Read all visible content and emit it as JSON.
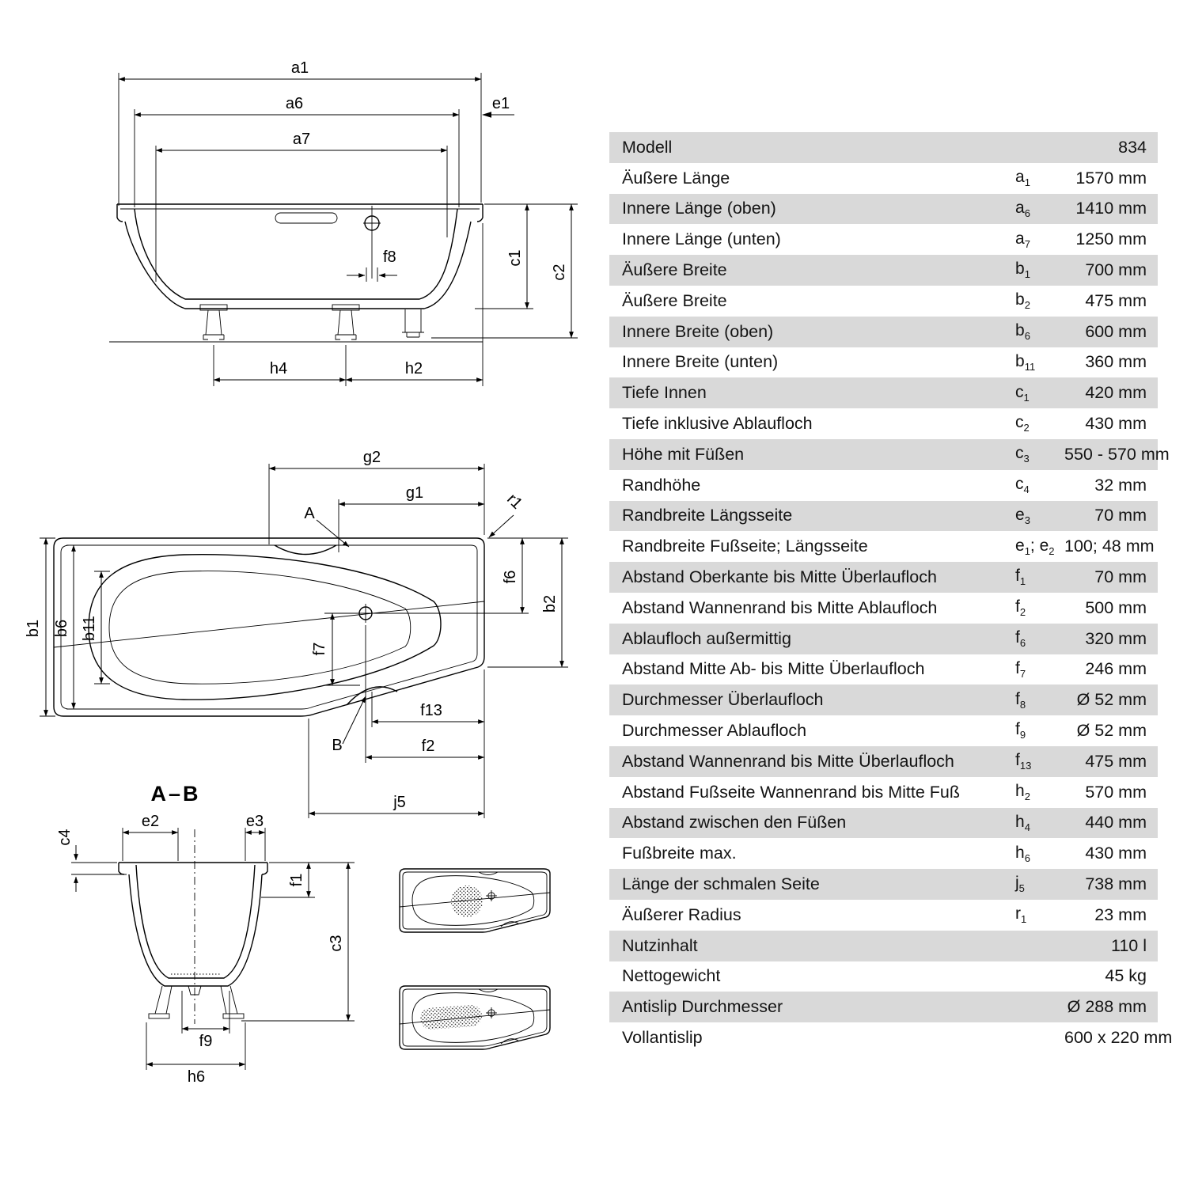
{
  "table": {
    "rows": [
      {
        "label": "Modell",
        "sym": "",
        "value": "834"
      },
      {
        "label": "Äußere Länge",
        "sym": "a_1",
        "value": "1570 mm"
      },
      {
        "label": "Innere Länge (oben)",
        "sym": "a_6",
        "value": "1410 mm"
      },
      {
        "label": "Innere Länge (unten)",
        "sym": "a_7",
        "value": "1250 mm"
      },
      {
        "label": "Äußere Breite",
        "sym": "b_1",
        "value": "700 mm"
      },
      {
        "label": "Äußere Breite",
        "sym": "b_2",
        "value": "475 mm"
      },
      {
        "label": "Innere Breite (oben)",
        "sym": "b_6",
        "value": "600 mm"
      },
      {
        "label": "Innere Breite (unten)",
        "sym": "b_11",
        "value": "360 mm"
      },
      {
        "label": "Tiefe Innen",
        "sym": "c_1",
        "value": "420 mm"
      },
      {
        "label": "Tiefe inklusive Ablaufloch",
        "sym": "c_2",
        "value": "430 mm"
      },
      {
        "label": "Höhe mit Füßen",
        "sym": "c_3",
        "value": "550 - 570 mm"
      },
      {
        "label": "Randhöhe",
        "sym": "c_4",
        "value": "32 mm"
      },
      {
        "label": "Randbreite Längsseite",
        "sym": "e_3",
        "value": "70 mm"
      },
      {
        "label": "Randbreite Fußseite; Längsseite",
        "sym": "e_1; e_2",
        "value": "100; 48 mm"
      },
      {
        "label": "Abstand Oberkante bis Mitte Überlaufloch",
        "sym": "f_1",
        "value": "70 mm"
      },
      {
        "label": "Abstand Wannenrand bis Mitte Ablaufloch",
        "sym": "f_2",
        "value": "500 mm"
      },
      {
        "label": "Ablaufloch außermittig",
        "sym": "f_6",
        "value": "320 mm"
      },
      {
        "label": "Abstand Mitte Ab- bis Mitte Überlaufloch",
        "sym": "f_7",
        "value": "246 mm"
      },
      {
        "label": "Durchmesser Überlaufloch",
        "sym": "f_8",
        "value": "Ø 52 mm"
      },
      {
        "label": "Durchmesser Ablaufloch",
        "sym": "f_9",
        "value": "Ø 52 mm"
      },
      {
        "label": "Abstand Wannenrand bis Mitte Überlaufloch",
        "sym": "f_13",
        "value": "475 mm"
      },
      {
        "label": "Abstand Fußseite Wannenrand bis Mitte Fuß",
        "sym": "h_2",
        "value": "570 mm"
      },
      {
        "label": "Abstand zwischen den Füßen",
        "sym": "h_4",
        "value": "440 mm"
      },
      {
        "label": "Fußbreite max.",
        "sym": "h_6",
        "value": "430 mm"
      },
      {
        "label": "Länge der schmalen Seite",
        "sym": "j_5",
        "value": "738 mm"
      },
      {
        "label": "Äußerer Radius",
        "sym": "r_1",
        "value": "23 mm"
      },
      {
        "label": "Nutzinhalt",
        "sym": "",
        "value": "110 l"
      },
      {
        "label": "Nettogewicht",
        "sym": "",
        "value": "45 kg"
      },
      {
        "label": "Antislip Durchmesser",
        "sym": "",
        "value": "Ø 288 mm"
      },
      {
        "label": "Vollantislip",
        "sym": "",
        "value": "600 x 220 mm"
      }
    ]
  },
  "drawings": {
    "labels": {
      "a1": "a1",
      "a6": "a6",
      "a7": "a7",
      "e1": "e1",
      "f8": "f8",
      "c1": "c1",
      "c2": "c2",
      "h4": "h4",
      "h2": "h2",
      "g2": "g2",
      "g1": "g1",
      "A": "A",
      "r1": "r1",
      "f6": "f6",
      "b2": "b2",
      "b1": "b1",
      "b6": "b6",
      "b11": "b11",
      "f7": "f7",
      "B": "B",
      "f13": "f13",
      "f2": "f2",
      "j5": "j5",
      "section_title": "A–B",
      "e2": "e2",
      "e3": "e3",
      "c4": "c4",
      "f1": "f1",
      "c3": "c3",
      "f9": "f9",
      "h6": "h6"
    }
  }
}
